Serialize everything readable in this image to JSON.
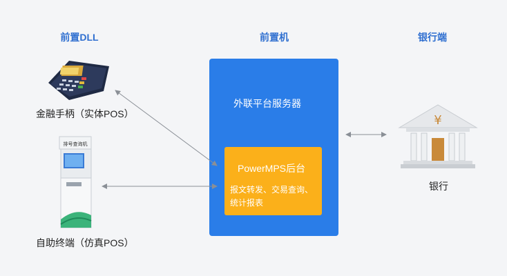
{
  "headers": {
    "left": "前置DLL",
    "middle": "前置机",
    "right": "银行端"
  },
  "devices": {
    "pos_label": "金融手柄（实体POS）",
    "kiosk_label": "自助终端（仿真POS）",
    "kiosk_sign": "排号查询机"
  },
  "server": {
    "title": "外联平台服务器",
    "backend_title": "PowerMPS后台",
    "backend_desc": "报文转发、交易查询、统计报表"
  },
  "bank": {
    "label": "银行",
    "symbol": "¥"
  },
  "colors": {
    "header_blue": "#2f6fd0",
    "server_blue": "#2a7de8",
    "backend_orange": "#fbb01a",
    "arrow_gray": "#8a8f96"
  }
}
